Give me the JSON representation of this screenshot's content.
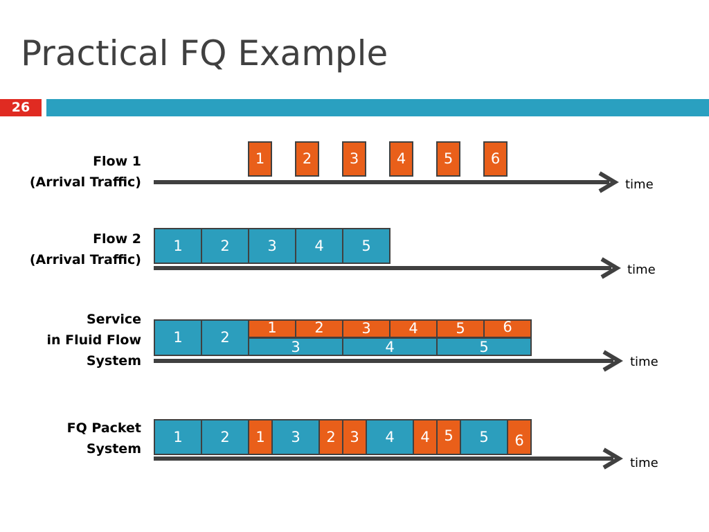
{
  "title": "Practical FQ Example",
  "slide_number": "26",
  "colors": {
    "flow1": "#e95f1a",
    "flow2": "#2c9ebd",
    "axis": "#404040",
    "accent_band": "#2aa0c0",
    "slide_badge": "#e02b22"
  },
  "rows": [
    {
      "label_lines": [
        "Flow 1",
        "(Arrival Traffic)"
      ],
      "time_label": "time",
      "packets": [
        {
          "flow": 1,
          "label": "1"
        },
        {
          "flow": 1,
          "label": "2"
        },
        {
          "flow": 1,
          "label": "3"
        },
        {
          "flow": 1,
          "label": "4"
        },
        {
          "flow": 1,
          "label": "5"
        },
        {
          "flow": 1,
          "label": "6"
        }
      ]
    },
    {
      "label_lines": [
        "Flow 2",
        "(Arrival Traffic)"
      ],
      "time_label": "time",
      "packets": [
        {
          "flow": 2,
          "label": "1"
        },
        {
          "flow": 2,
          "label": "2"
        },
        {
          "flow": 2,
          "label": "3"
        },
        {
          "flow": 2,
          "label": "4"
        },
        {
          "flow": 2,
          "label": "5"
        }
      ]
    },
    {
      "label_lines": [
        "Service",
        "in Fluid Flow",
        "System"
      ],
      "time_label": "time",
      "packets": [
        {
          "flow": 2,
          "label": "1"
        },
        {
          "flow": 2,
          "label": "2"
        },
        {
          "flow": 1,
          "label": "1"
        },
        {
          "flow": 1,
          "label": "2"
        },
        {
          "flow": 1,
          "label": "3"
        },
        {
          "flow": 1,
          "label": "4"
        },
        {
          "flow": 1,
          "label": "5"
        },
        {
          "flow": 1,
          "label": "6"
        },
        {
          "flow": 2,
          "label": "3"
        },
        {
          "flow": 2,
          "label": "4"
        },
        {
          "flow": 2,
          "label": "5"
        }
      ]
    },
    {
      "label_lines": [
        "FQ Packet",
        "System"
      ],
      "time_label": "time",
      "packets": [
        {
          "flow": 2,
          "label": "1"
        },
        {
          "flow": 2,
          "label": "2"
        },
        {
          "flow": 1,
          "label": "1"
        },
        {
          "flow": 2,
          "label": "3"
        },
        {
          "flow": 1,
          "label": "2"
        },
        {
          "flow": 1,
          "label": "3"
        },
        {
          "flow": 2,
          "label": "4"
        },
        {
          "flow": 1,
          "label": "4"
        },
        {
          "flow": 1,
          "label": "5"
        },
        {
          "flow": 2,
          "label": "5"
        },
        {
          "flow": 1,
          "label": "6"
        }
      ]
    }
  ]
}
